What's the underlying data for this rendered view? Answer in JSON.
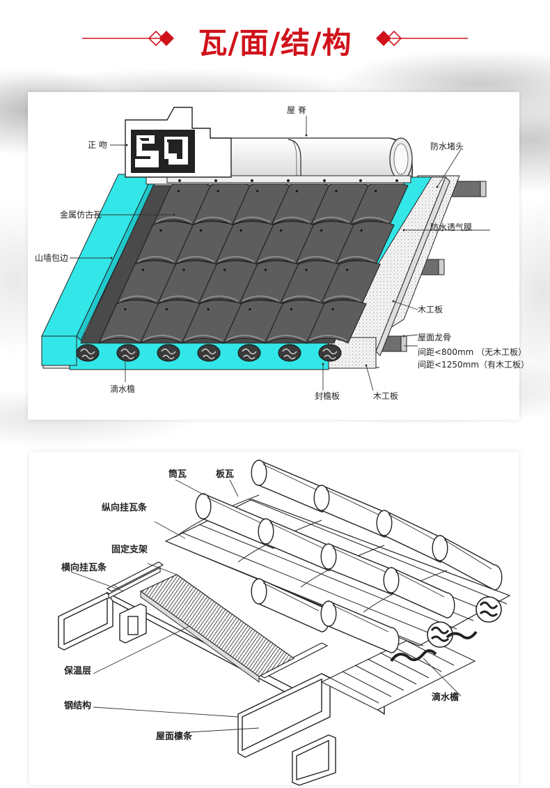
{
  "header": {
    "title": "瓦/面/结/构"
  },
  "colors": {
    "accent_red": "#d0121b",
    "membrane_cyan": "#33e6e8",
    "tile_gray": "#5b5b5b"
  },
  "diagram_top": {
    "labels": {
      "ridge_ornament": "正 吻",
      "ridge": "屋 脊",
      "metal_tile": "金属仿古瓦",
      "gable_edging": "山墙包边",
      "waterproof_end_cap": "防水堵头",
      "breathable_membrane": "防水透气膜",
      "wood_board_upper": "木工板",
      "roof_keel": "屋面龙骨",
      "spacing_1": "间距<800mm （无木工板）",
      "spacing_2": "间距<1250mm（有木工板）",
      "drip_eave": "滴水檐",
      "eave_board": "封檐板",
      "wood_board_lower": "木工板"
    }
  },
  "diagram_bottom": {
    "labels": {
      "cylinder_tile": "筒瓦",
      "plate_tile": "板瓦",
      "longitudinal_batten": "纵向挂瓦条",
      "fixed_bracket": "固定支架",
      "transverse_batten": "横向挂瓦条",
      "insulation_layer": "保温层",
      "steel_structure": "钢结构",
      "roof_purlin": "屋面檩条",
      "drip_eave": "滴水檐"
    }
  }
}
